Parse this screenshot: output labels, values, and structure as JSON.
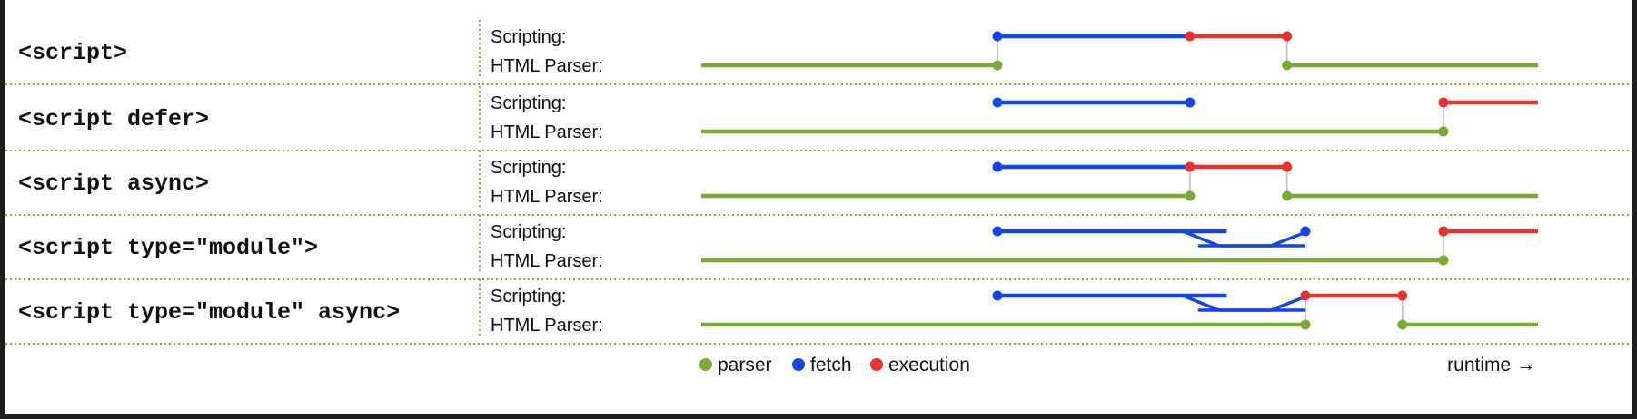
{
  "colors": {
    "parser": "#7cab35",
    "fetch": "#1444ee",
    "execution": "#e8322b",
    "connector": "#c8c8c8",
    "divider": "#8ba84a",
    "text": "#111111",
    "frame": "#1e1e1e",
    "panel": "#ffffff"
  },
  "lane_labels": {
    "scripting": "Scripting:",
    "parser": "HTML Parser:"
  },
  "rows": [
    {
      "id": "script-classic",
      "label": "<script>",
      "scripting": [
        {
          "type": "fetch",
          "from": 0.354,
          "to": 0.584
        },
        {
          "type": "execution",
          "from": 0.584,
          "to": 0.7
        }
      ],
      "parser": [
        {
          "from": 0.0,
          "to": 0.354
        },
        {
          "from": 0.7,
          "to": 1.0
        }
      ],
      "connectors": [
        0.354,
        0.7
      ],
      "dots": {
        "scripting": [
          {
            "type": "fetch",
            "at": 0.354
          },
          {
            "type": "execution",
            "at": 0.584
          },
          {
            "type": "execution",
            "at": 0.7
          }
        ],
        "parser": [
          0.354,
          0.7
        ]
      },
      "branches": []
    },
    {
      "id": "script-defer",
      "label": "<script defer>",
      "scripting": [
        {
          "type": "fetch",
          "from": 0.354,
          "to": 0.584
        },
        {
          "type": "execution",
          "from": 0.887,
          "to": 1.0
        }
      ],
      "parser": [
        {
          "from": 0.0,
          "to": 0.887
        }
      ],
      "connectors": [
        0.887
      ],
      "dots": {
        "scripting": [
          {
            "type": "fetch",
            "at": 0.354
          },
          {
            "type": "fetch",
            "at": 0.584
          },
          {
            "type": "execution",
            "at": 0.887
          }
        ],
        "parser": [
          0.887
        ]
      },
      "branches": []
    },
    {
      "id": "script-async",
      "label": "<script async>",
      "scripting": [
        {
          "type": "fetch",
          "from": 0.354,
          "to": 0.584
        },
        {
          "type": "execution",
          "from": 0.584,
          "to": 0.7
        }
      ],
      "parser": [
        {
          "from": 0.0,
          "to": 0.584
        },
        {
          "from": 0.7,
          "to": 1.0
        }
      ],
      "connectors": [
        0.584,
        0.7
      ],
      "dots": {
        "scripting": [
          {
            "type": "fetch",
            "at": 0.354
          },
          {
            "type": "execution",
            "at": 0.584
          },
          {
            "type": "execution",
            "at": 0.7
          }
        ],
        "parser": [
          0.584,
          0.7
        ]
      },
      "branches": []
    },
    {
      "id": "script-module",
      "label": "<script type=\"module\">",
      "scripting": [
        {
          "type": "fetch",
          "from": 0.354,
          "to": 0.584
        },
        {
          "type": "execution",
          "from": 0.887,
          "to": 1.0
        }
      ],
      "parser": [
        {
          "from": 0.0,
          "to": 0.887
        }
      ],
      "connectors": [
        0.887
      ],
      "dots": {
        "scripting": [
          {
            "type": "fetch",
            "at": 0.354
          },
          {
            "type": "fetch",
            "at": 0.722
          },
          {
            "type": "execution",
            "at": 0.887
          }
        ],
        "parser": [
          0.887
        ]
      },
      "branches": [
        {
          "start": 0.584,
          "end": 0.722,
          "dep_end": 0.628
        }
      ]
    },
    {
      "id": "script-module-async",
      "label": "<script type=\"module\" async>",
      "scripting": [
        {
          "type": "fetch",
          "from": 0.354,
          "to": 0.584
        },
        {
          "type": "execution",
          "from": 0.722,
          "to": 0.838
        }
      ],
      "parser": [
        {
          "from": 0.0,
          "to": 0.722
        },
        {
          "from": 0.838,
          "to": 1.0
        }
      ],
      "connectors": [
        0.722,
        0.838
      ],
      "dots": {
        "scripting": [
          {
            "type": "fetch",
            "at": 0.354
          },
          {
            "type": "execution",
            "at": 0.722
          },
          {
            "type": "execution",
            "at": 0.838
          }
        ],
        "parser": [
          0.722,
          0.838
        ]
      },
      "branches": [
        {
          "start": 0.584,
          "end": 0.722,
          "dep_end": 0.628
        }
      ]
    }
  ],
  "legend": {
    "items": [
      {
        "type": "parser",
        "label": "parser"
      },
      {
        "type": "fetch",
        "label": "fetch"
      },
      {
        "type": "execution",
        "label": "execution"
      }
    ],
    "axis_label": "runtime →"
  }
}
